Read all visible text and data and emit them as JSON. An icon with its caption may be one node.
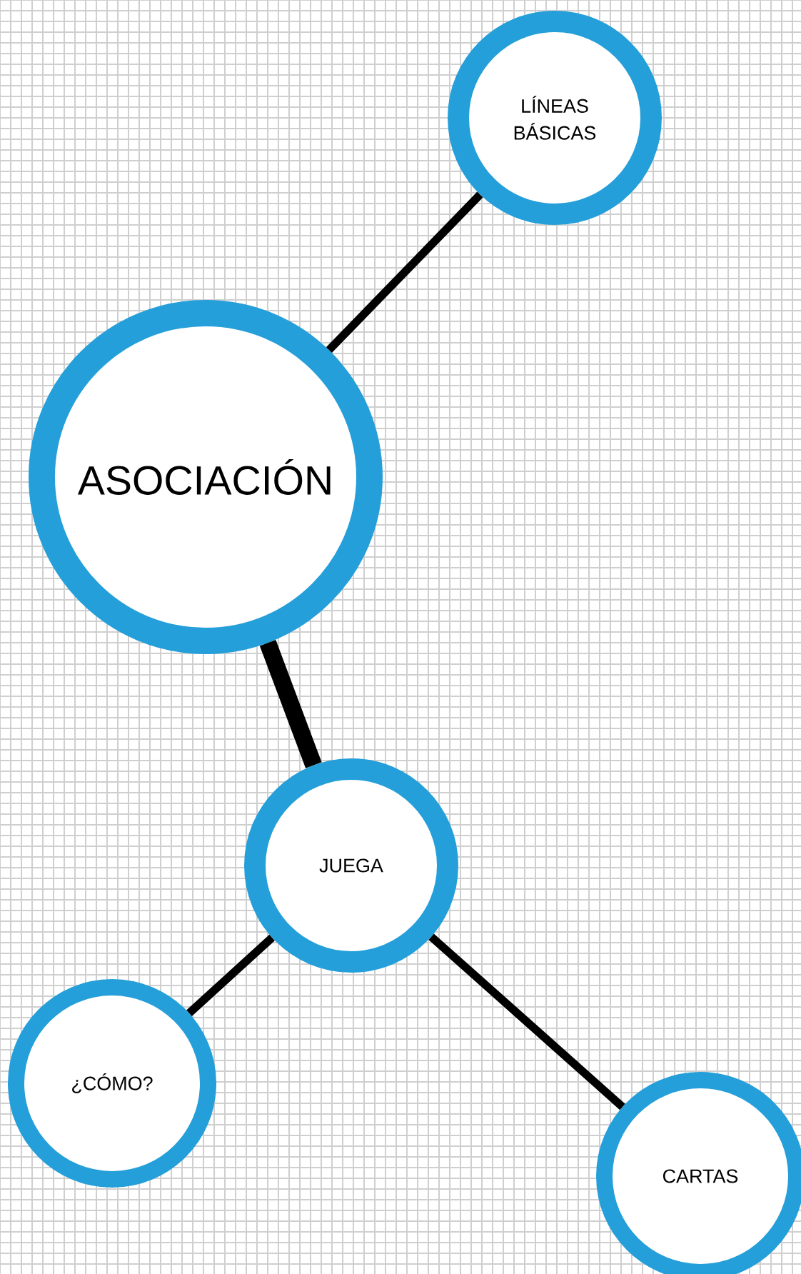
{
  "diagram": {
    "nodes": [
      {
        "text": [
          "LÍNEAS BÁSICAS"
        ]
      },
      {
        "text": [
          "ASOCIACIÓN"
        ]
      },
      {
        "text": [
          "JUEGA"
        ]
      },
      {
        "text": [
          "¿CÓMO?"
        ]
      },
      {
        "text": [
          "CARTAS"
        ]
      }
    ],
    "edges": [
      {
        "from": 1,
        "to": 0,
        "arrow": "none"
      },
      {
        "from": 1,
        "to": 2,
        "arrow": "none",
        "style": "thick"
      },
      {
        "from": 2,
        "to": 3,
        "arrow": "none"
      },
      {
        "from": 2,
        "to": 4,
        "arrow": "none"
      }
    ]
  }
}
